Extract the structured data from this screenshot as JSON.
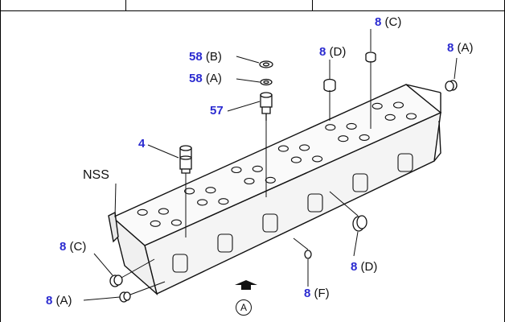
{
  "callouts": [
    {
      "id": "c1",
      "num": "8",
      "suffix": "(C)"
    },
    {
      "id": "c2",
      "num": "8",
      "suffix": "(A)"
    },
    {
      "id": "c3",
      "num": "8",
      "suffix": "(D)"
    },
    {
      "id": "c4",
      "num": "58",
      "suffix": "(B)"
    },
    {
      "id": "c5",
      "num": "58",
      "suffix": "(A)"
    },
    {
      "id": "c6",
      "num": "57",
      "suffix": ""
    },
    {
      "id": "c7",
      "num": "4",
      "suffix": ""
    },
    {
      "id": "c8",
      "num": "8",
      "suffix": "(C)"
    },
    {
      "id": "c9",
      "num": "8",
      "suffix": "(A)"
    },
    {
      "id": "c10",
      "num": "8",
      "suffix": "(F)"
    },
    {
      "id": "c11",
      "num": "8",
      "suffix": "(D)"
    }
  ],
  "nss_label": "NSS",
  "view_marker": "A",
  "colors": {
    "callout_number": "#2a2ad0",
    "line": "#111111"
  }
}
